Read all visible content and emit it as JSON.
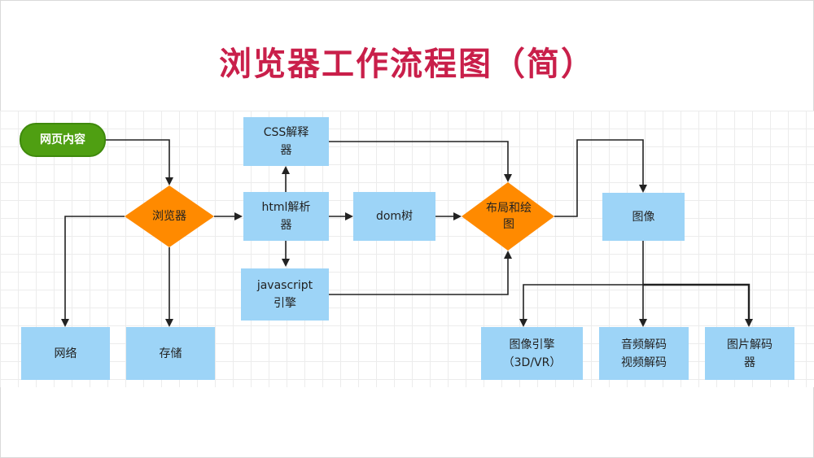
{
  "title": "浏览器工作流程图（简）",
  "nodes": {
    "web_content": "网页内容",
    "browser": "浏览器",
    "network": "网络",
    "storage": "存储",
    "css_parser_line1": "CSS解释",
    "css_parser_line2": "器",
    "html_parser_line1": "html解析",
    "html_parser_line2": "器",
    "js_engine_line1": "javascript",
    "js_engine_line2": "引擎",
    "dom_tree": "dom树",
    "layout_line1": "布局和绘",
    "layout_line2": "图",
    "image": "图像",
    "image_engine_line1": "图像引擎",
    "image_engine_line2": "（3D/VR）",
    "av_decoder_line1": "音频解码",
    "av_decoder_line2": "视频解码",
    "picture_decoder_line1": "图片解码",
    "picture_decoder_line2": "器"
  },
  "colors": {
    "title": "#c91f4a",
    "box_fill": "#9dd4f7",
    "diamond_fill": "#ff8a00",
    "start_fill": "#4f9f12",
    "line": "#222222"
  }
}
